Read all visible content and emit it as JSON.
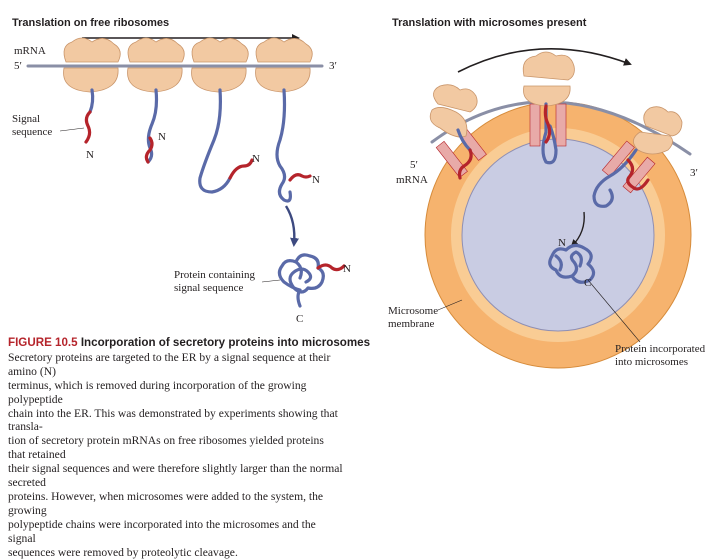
{
  "figure": {
    "left_title": "Translation on free ribosomes",
    "right_title": "Translation with microsomes present"
  },
  "labels": {
    "mrna_left": "mRNA",
    "five_prime_left": "5′",
    "three_prime_left": "3′",
    "signal_sequence_line1": "Signal",
    "signal_sequence_line2": "sequence",
    "n1": "N",
    "n2": "N",
    "n3": "N",
    "n4": "N",
    "n_free_protein": "N",
    "c_free_protein": "C",
    "protein_signal_line1": "Protein containing",
    "protein_signal_line2": "signal sequence",
    "five_prime_right": "5′",
    "mrna_right": "mRNA",
    "three_prime_right": "3′",
    "n_microsome": "N",
    "c_microsome": "C",
    "microsome_line1": "Microsome",
    "microsome_line2": "membrane",
    "incorporated_line1": "Protein incorporated",
    "incorporated_line2": "into microsomes"
  },
  "caption": {
    "figure_number": "FIGURE 10.5",
    "title": "Incorporation of secretory proteins into microsomes",
    "lines": [
      "Secretory proteins are targeted to the ER by a signal sequence at their amino (N)",
      "terminus, which is removed during incorporation of the growing polypeptide",
      "chain into the ER. This was demonstrated by experiments showing that transla-",
      "tion of secretory protein mRNAs on free ribosomes yielded proteins that retained",
      "their signal sequences and were therefore slightly larger than the normal secreted",
      "proteins. However, when microsomes were added to the system, the growing",
      "polypeptide chains were incorporated into the microsomes and the signal",
      "sequences were removed by proteolytic cleavage."
    ]
  },
  "colors": {
    "ribosome": "#f2c9a2",
    "mrna": "#8a8fa6",
    "polypeptide": "#5a6aa8",
    "signal_sequence": "#b5242b",
    "microsome_membrane": "#f6b36e",
    "microsome_lumen": "#c9cce3",
    "translocon": "#e8aaa8",
    "figure_number": "#b5242b"
  }
}
